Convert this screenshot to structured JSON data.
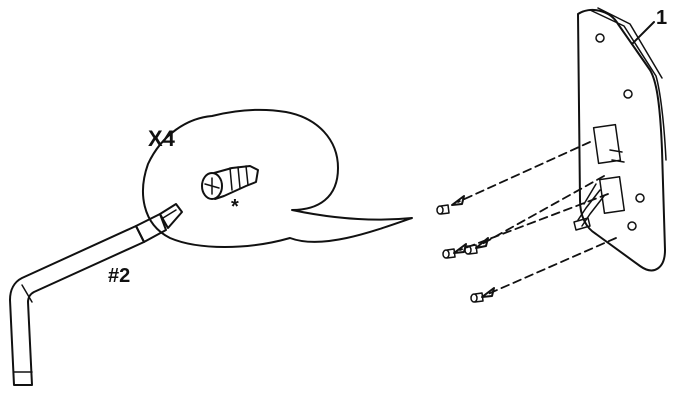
{
  "labels": {
    "quantity": "X4",
    "note_mark": "*",
    "driver_size": "#2",
    "part_callout": "1"
  },
  "icons": {
    "screw": "screw-icon",
    "screwdriver": "hex-key-screwdriver-icon",
    "wall_plate": "wall-plate-icon"
  },
  "colors": {
    "ink": "#111111",
    "background": "#ffffff"
  }
}
